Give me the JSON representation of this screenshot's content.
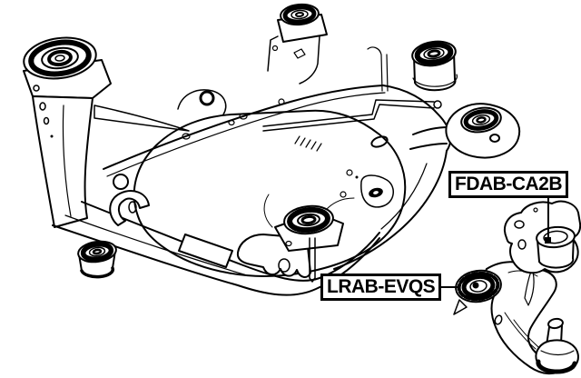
{
  "page": {
    "background": "#ffffff"
  },
  "diagram": {
    "type": "auto-parts-line-diagram",
    "line_color": "#000000",
    "labels": {
      "fdab": {
        "text": "FDAB-CA2B"
      },
      "lrab": {
        "text": "LRAB-EVQS"
      }
    },
    "parts": [
      {
        "name": "front-subframe-crossmember"
      },
      {
        "name": "subframe-bushing-front-left"
      },
      {
        "name": "subframe-bushing-top-center"
      },
      {
        "name": "floating-bushing"
      },
      {
        "name": "subframe-bushing-right-mount"
      },
      {
        "name": "subframe-bushing-rear-center"
      },
      {
        "name": "subframe-bushing-rear-left"
      },
      {
        "name": "control-arm-bracket"
      },
      {
        "name": "front-lower-control-arm"
      },
      {
        "name": "control-arm-bushing"
      },
      {
        "name": "ball-joint"
      }
    ]
  }
}
